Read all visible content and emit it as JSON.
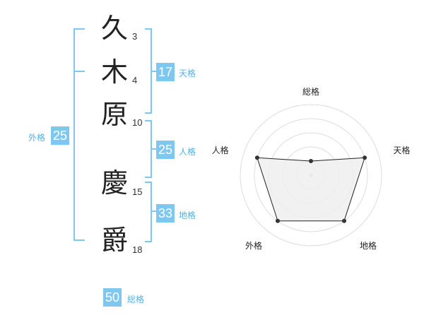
{
  "name": {
    "chars": [
      {
        "char": "久",
        "strokes": "3"
      },
      {
        "char": "木",
        "strokes": "4"
      },
      {
        "char": "原",
        "strokes": "10"
      },
      {
        "char": "慶",
        "strokes": "15"
      },
      {
        "char": "爵",
        "strokes": "18"
      }
    ]
  },
  "fortunes": {
    "tenkaku": {
      "value": "17",
      "label": "天格"
    },
    "jinkaku": {
      "value": "25",
      "label": "人格"
    },
    "chikaku": {
      "value": "33",
      "label": "地格"
    },
    "gaikaku": {
      "value": "25",
      "label": "外格"
    },
    "soukaku": {
      "value": "50",
      "label": "総格"
    }
  },
  "colors": {
    "accent": "#7ec8ef",
    "accent_text": "#4fb2e6",
    "radar_fill": "#efefef",
    "radar_line": "#222222"
  },
  "chart_data": {
    "type": "radar",
    "axes": [
      "総格",
      "天格",
      "地格",
      "外格",
      "人格"
    ],
    "values": [
      1,
      4,
      4,
      4,
      4
    ],
    "range": [
      0,
      5
    ],
    "rings": 5
  }
}
